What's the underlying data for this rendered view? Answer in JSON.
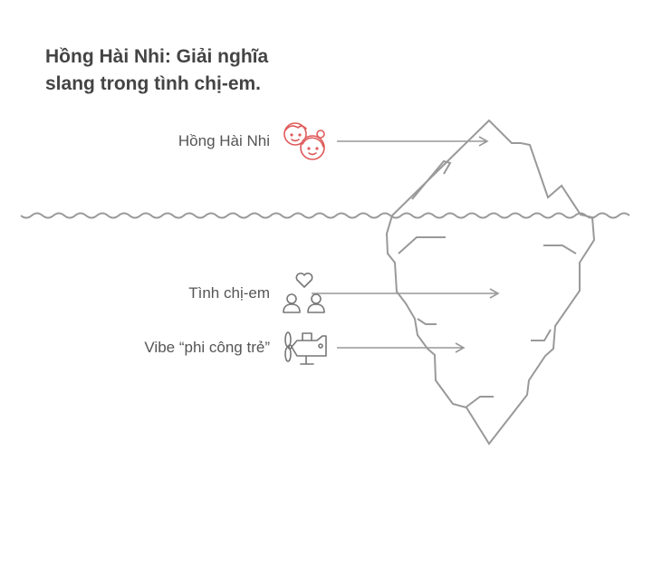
{
  "title": {
    "line1": "Hồng Hài Nhi: Giải nghĩa",
    "line2": "slang trong tình chị-em."
  },
  "items": [
    {
      "label": "Hồng Hài Nhi",
      "icon": "couple-faces-icon",
      "color": "#e05a5a",
      "zone": "above-water"
    },
    {
      "label": "Tình chị-em",
      "icon": "two-people-heart-icon",
      "color": "#777777",
      "zone": "below-water"
    },
    {
      "label": "Vibe “phi công trẻ”",
      "icon": "propeller-plane-icon",
      "color": "#777777",
      "zone": "below-water"
    }
  ],
  "colors": {
    "title": "#444444",
    "label": "#555555",
    "line": "#999999",
    "accent": "#e05a5a"
  }
}
